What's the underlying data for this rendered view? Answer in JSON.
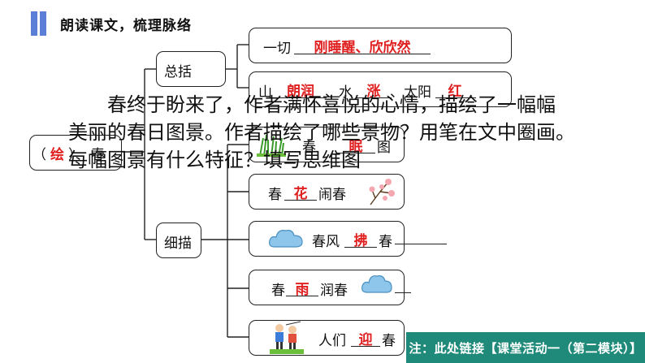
{
  "header": {
    "title": "朗读课文，梳理脉络"
  },
  "mindmap": {
    "root": {
      "bracket_open": "（",
      "fill": "绘",
      "bracket_close": "）",
      "suffix": "春"
    },
    "summary": {
      "label": "总括",
      "items": [
        {
          "prefix": "一切",
          "fill": "刚睡醒、欣欣然"
        },
        {
          "parts": [
            "山",
            "朗润",
            "、水",
            "涨",
            "、太阳",
            "红"
          ]
        }
      ]
    },
    "detail": {
      "label": "细描",
      "items": [
        {
          "prefix": "春",
          "fill": "眠",
          "suffix": "图"
        },
        {
          "prefix": "春",
          "fill": "花",
          "suffix": "闹春"
        },
        {
          "prefix": "春风",
          "fill": "拂",
          "suffix": "春"
        },
        {
          "prefix": "春",
          "fill": "雨",
          "suffix": "润春"
        },
        {
          "prefix": "人们",
          "fill": "迎",
          "suffix": "春"
        }
      ]
    }
  },
  "paragraph": {
    "line1": "春终于盼来了，作者满怀喜悦的心情，描绘了一幅幅",
    "line2": "美丽的春日图景。作者描绘了哪些景物？用笔在文中圈画。",
    "line3": "每幅图景有什么特征？填写思维图"
  },
  "note": {
    "text": "注：此处链接【课堂活动一（第二模块）】"
  },
  "colors": {
    "accent": "#5b7fd6",
    "fill_text": "#e02020",
    "note_bg": "#1f8a7a"
  },
  "icons": [
    "grass-icon",
    "flower-icon",
    "cloud-icon",
    "rain-cloud-icon",
    "people-icon"
  ]
}
